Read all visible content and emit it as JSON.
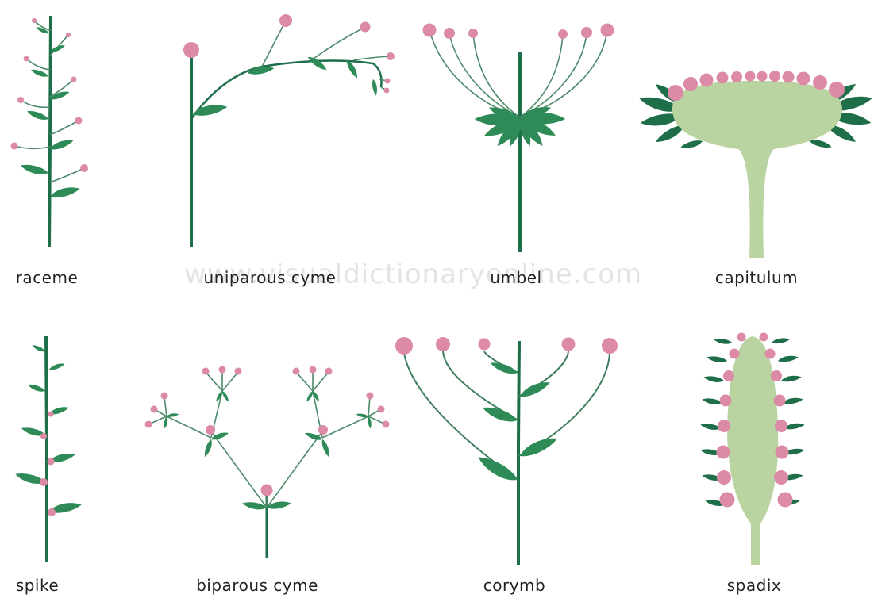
{
  "watermark": "www.visualdictionaryonline.com",
  "labels": {
    "raceme": "raceme",
    "uniparous_cyme": "uniparous cyme",
    "umbel": "umbel",
    "capitulum": "capitulum",
    "spike": "spike",
    "biparous_cyme": "biparous cyme",
    "corymb": "corymb",
    "spadix": "spadix"
  },
  "colors": {
    "stem": "#1f6e4a",
    "leaf": "#2e8a57",
    "flower": "#dc8aa6",
    "receptacle": "#b9d4a0",
    "label": "#222222",
    "watermark": "#e4e4e4"
  }
}
